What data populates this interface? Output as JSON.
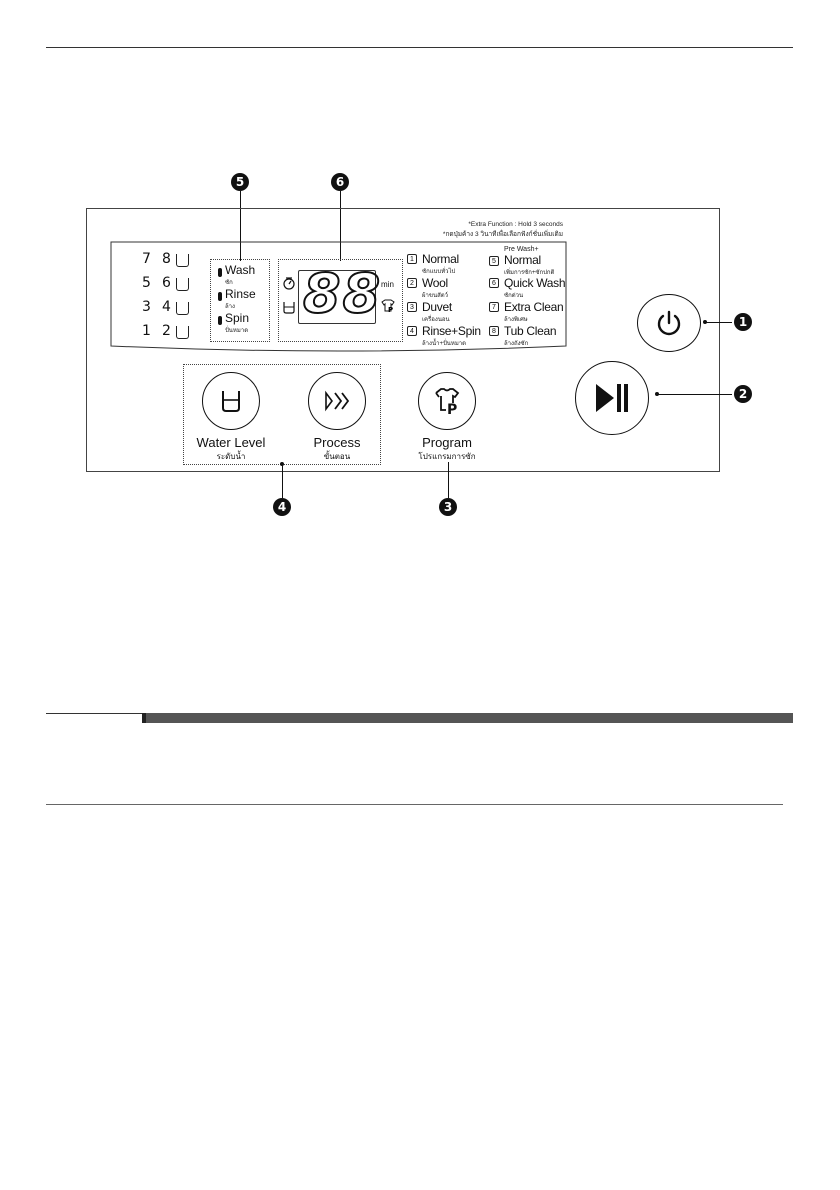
{
  "callouts": {
    "c1": "1",
    "c2": "2",
    "c3": "3",
    "c4": "4",
    "c5": "5",
    "c6": "6"
  },
  "panel": {
    "note_line1": "*Extra Function : Hold 3 seconds",
    "note_line2": "*กดปุ่มค้าง 3 วินาทีเพื่อเลือกฟังก์ชั่นเพิ่มเติม",
    "water_levels": [
      {
        "a": "7",
        "b": "8"
      },
      {
        "a": "5",
        "b": "6"
      },
      {
        "a": "3",
        "b": "4"
      },
      {
        "a": "1",
        "b": "2"
      }
    ],
    "cycles": [
      {
        "label": "Wash",
        "sub": "ซัก"
      },
      {
        "label": "Rinse",
        "sub": "ล้าง"
      },
      {
        "label": "Spin",
        "sub": "ปั่นหมาด"
      }
    ],
    "display": {
      "digits": "88",
      "unit": "min"
    },
    "programs": [
      {
        "num": "1",
        "label": "Normal",
        "sub": "ซักแบบทั่วไป"
      },
      {
        "num": "2",
        "label": "Wool",
        "sub": "ผ้าขนสัตว์"
      },
      {
        "num": "3",
        "label": "Duvet",
        "sub": "เครื่องนอน"
      },
      {
        "num": "4",
        "label": "Rinse+Spin",
        "sub": "ล้างน้ำ+ปั่นหมาด"
      },
      {
        "num": "5",
        "label": "Normal",
        "pre": "Pre Wash+",
        "sub": "เพิ่มการซัก+ซักปกติ"
      },
      {
        "num": "6",
        "label": "Quick Wash",
        "sub": "ซักด่วน"
      },
      {
        "num": "7",
        "label": "Extra Clean",
        "sub": "ล้างพิเศษ"
      },
      {
        "num": "8",
        "label": "Tub Clean",
        "sub": "ล้างถังซัก"
      }
    ],
    "buttons": {
      "water_level": {
        "label": "Water Level",
        "sub": "ระดับน้ำ"
      },
      "process": {
        "label": "Process",
        "sub": "ขั้นตอน"
      },
      "program": {
        "label": "Program",
        "sub": "โปรแกรมการซัก"
      }
    }
  },
  "colors": {
    "ink": "#111111",
    "bar": "#555555"
  }
}
